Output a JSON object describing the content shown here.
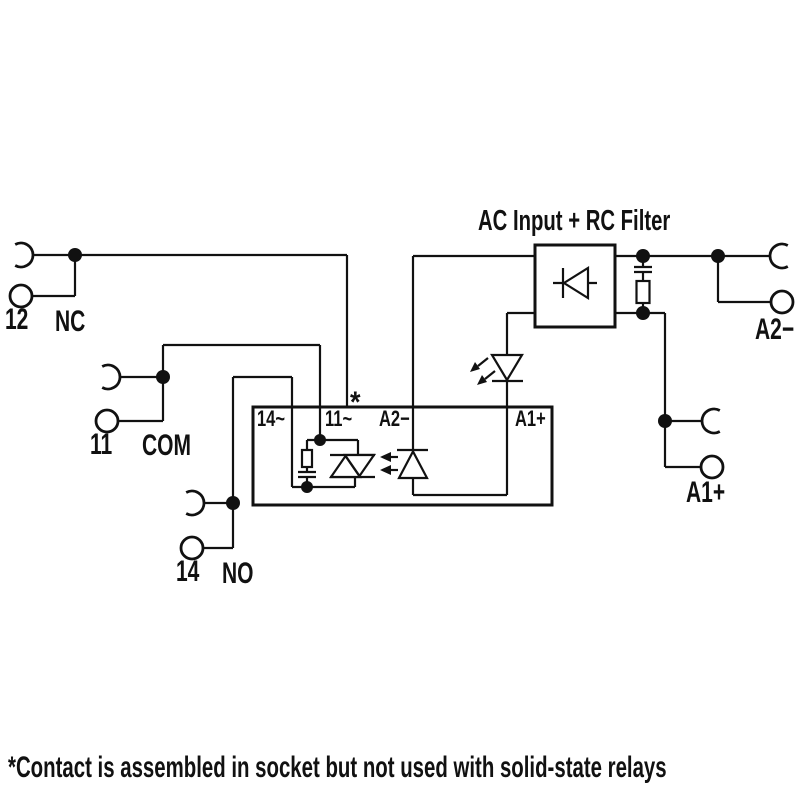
{
  "diagram": {
    "title": "AC Input + RC Filter",
    "asterisk_marker": "*",
    "footnote": "*Contact is assembled in socket but not used with solid-state relays"
  },
  "socket_terminals": {
    "nc": {
      "number": "12",
      "label": "NC"
    },
    "com": {
      "number": "11",
      "label": "COM"
    },
    "no": {
      "number": "14",
      "label": "NO"
    },
    "a2": {
      "label": "A2−"
    },
    "a1": {
      "label": "A1+"
    }
  },
  "relay_pins": {
    "p14": "14~",
    "p11": "11~",
    "pa2": "A2−",
    "pa1": "A1+"
  },
  "colors": {
    "line": "#111111",
    "background": "#ffffff"
  }
}
